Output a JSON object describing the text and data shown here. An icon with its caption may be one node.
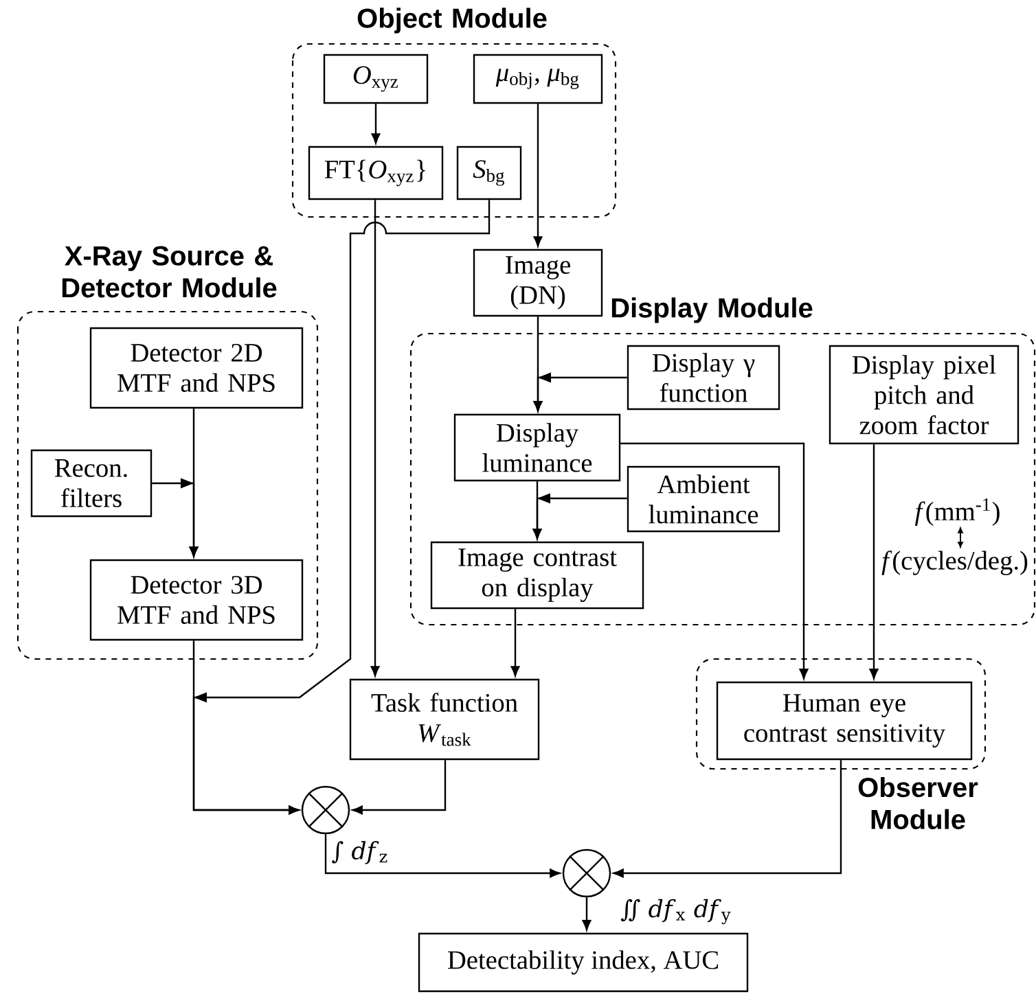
{
  "diagram": {
    "nodes": [
      {
        "text": [
          "Object Module"
        ]
      },
      {
        "text": [
          "*O*$_{xyz}$"
        ],
        "in": 0
      },
      {
        "text": [
          "*μ*$_{obj}$, *μ*$_{bg}$"
        ],
        "in": 0
      },
      {
        "text": [
          "FT{*O*$_{xyz}$}"
        ],
        "in": 0
      },
      {
        "text": [
          "*S*$_{bg}$"
        ],
        "in": 0
      },
      {
        "text": [
          "Image (DN)"
        ]
      },
      {
        "text": [
          "X-Ray Source & Detector Module"
        ]
      },
      {
        "text": [
          "Detector 2D MTF and NPS"
        ],
        "in": 6
      },
      {
        "text": [
          "Recon. filters"
        ],
        "in": 6
      },
      {
        "text": [
          "Detector 3D MTF and NPS"
        ],
        "in": 6
      },
      {
        "text": [
          "Display Module"
        ]
      },
      {
        "text": [
          "Display γ function"
        ],
        "in": 10
      },
      {
        "text": [
          "Display pixel pitch and zoom factor"
        ],
        "in": 10
      },
      {
        "text": [
          "Display luminance"
        ],
        "in": 10
      },
      {
        "text": [
          "Ambient luminance"
        ],
        "in": 10
      },
      {
        "text": [
          "Image contrast on display"
        ],
        "in": 10
      },
      {
        "text": [
          "Task function *W*$_{task}$"
        ]
      },
      {
        "text": [
          "Observer Module"
        ]
      },
      {
        "text": [
          "Human eye contrast sensitivity"
        ],
        "in": 17
      },
      {
        "text": [],
        "shape": "circle"
      },
      {
        "text": [],
        "shape": "circle"
      },
      {
        "text": [
          "Detectability index, AUC"
        ]
      }
    ],
    "edges": [
      {
        "from": 1,
        "to": 3,
        "arrow": "to"
      },
      {
        "from": 2,
        "to": 5,
        "arrow": "to"
      },
      {
        "from": 3,
        "to": 16,
        "arrow": "to"
      },
      {
        "from": 4,
        "to": 19,
        "arrow": "to"
      },
      {
        "from": 9,
        "to": 19,
        "arrow": "to"
      },
      {
        "from": 16,
        "to": 19,
        "arrow": "to"
      },
      {
        "from": 5,
        "to": 13,
        "arrow": "to"
      },
      {
        "from": 11,
        "to": 13,
        "arrow": "to"
      },
      {
        "from": 13,
        "to": 15,
        "arrow": "to"
      },
      {
        "from": 14,
        "to": 15,
        "arrow": "to"
      },
      {
        "from": 15,
        "to": 16,
        "arrow": "to"
      },
      {
        "from": 13,
        "to": 18,
        "arrow": "to"
      },
      {
        "from": 12,
        "to": 18,
        "arrow": "to"
      },
      {
        "from": 7,
        "to": 9,
        "arrow": "to"
      },
      {
        "from": 8,
        "to": 9,
        "arrow": "to"
      },
      {
        "from": 19,
        "to": 20,
        "arrow": "to",
        "label": "∫ *df*$_{z}$"
      },
      {
        "from": 18,
        "to": 20,
        "arrow": "to"
      },
      {
        "from": 20,
        "to": 21,
        "arrow": "to",
        "label": "∬ *df*$_{x}$ *df*$_{y}$"
      }
    ],
    "labels": [
      "*f*(mm$^{-1}$)",
      "*f*(cycles/deg.)"
    ]
  }
}
